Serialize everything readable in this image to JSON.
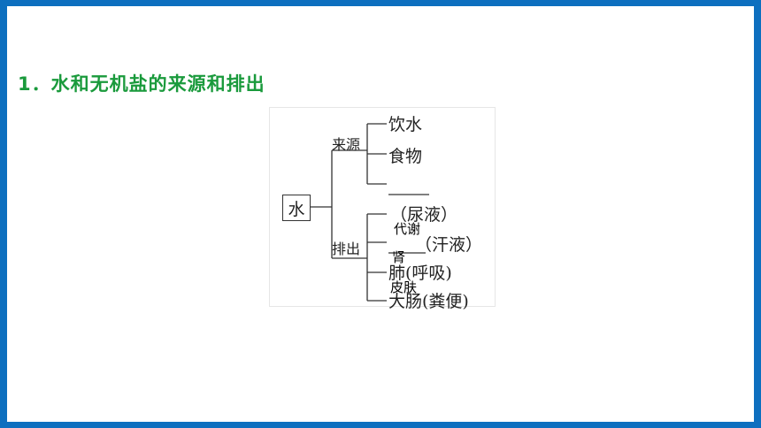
{
  "heading": "1．水和无机盐的来源和排出",
  "diagram": {
    "root": "水",
    "source_label": "来源",
    "source_items": [
      "饮水",
      "食物"
    ],
    "excretion_label": "排出",
    "excretion_items": [
      "（尿液）",
      "（汗液）",
      "肺(呼吸)",
      "大肠(粪便)"
    ],
    "overlay_answers": [
      "代谢",
      "肾",
      "皮肤"
    ]
  }
}
